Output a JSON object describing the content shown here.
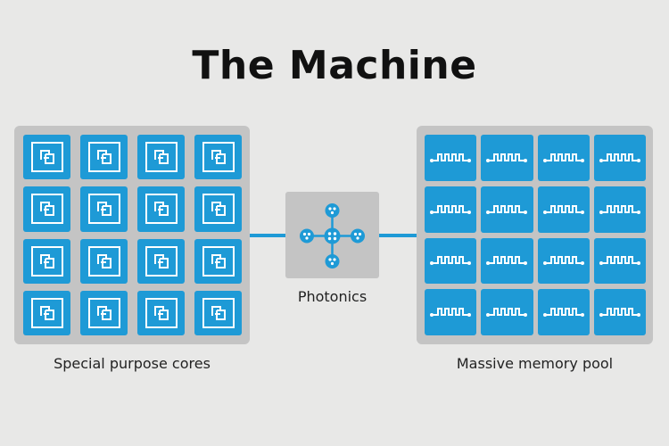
{
  "title": "The Machine",
  "left": {
    "caption": "Special purpose cores",
    "tile_count": 16,
    "tile_icon": "core-chip-icon"
  },
  "center": {
    "caption": "Photonics",
    "icon": "photonics-network-icon"
  },
  "right": {
    "caption": "Massive memory pool",
    "tile_count": 16,
    "tile_icon": "memory-waveform-icon"
  },
  "colors": {
    "background": "#e8e8e7",
    "panel": "#c4c4c4",
    "accent": "#1e9ad6",
    "title": "#111111"
  }
}
